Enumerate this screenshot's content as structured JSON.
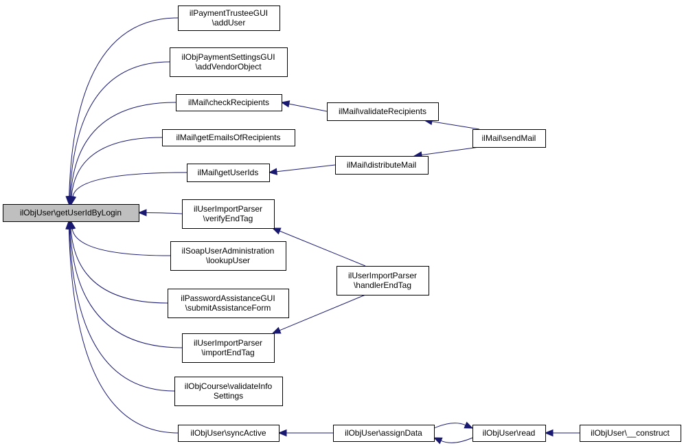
{
  "graph": {
    "colors": {
      "node_fill": "#ffffff",
      "root_fill": "#bfbfbf",
      "edge": "#191970",
      "border": "#000000"
    },
    "nodes": [
      {
        "id": "root",
        "lines": [
          "ilObjUser\\getUserIdByLogin"
        ],
        "root": true
      },
      {
        "id": "n1",
        "lines": [
          "ilPaymentTrusteeGUI",
          "\\addUser"
        ]
      },
      {
        "id": "n2",
        "lines": [
          "ilObjPaymentSettingsGUI",
          "\\addVendorObject"
        ]
      },
      {
        "id": "n3",
        "lines": [
          "ilMail\\checkRecipients"
        ]
      },
      {
        "id": "n4",
        "lines": [
          "ilMail\\getEmailsOfRecipients"
        ]
      },
      {
        "id": "n5",
        "lines": [
          "ilMail\\getUserIds"
        ]
      },
      {
        "id": "n6",
        "lines": [
          "ilUserImportParser",
          "\\verifyEndTag"
        ]
      },
      {
        "id": "n7",
        "lines": [
          "ilSoapUserAdministration",
          "\\lookupUser"
        ]
      },
      {
        "id": "n8",
        "lines": [
          "ilPasswordAssistanceGUI",
          "\\submitAssistanceForm"
        ]
      },
      {
        "id": "n9",
        "lines": [
          "ilUserImportParser",
          "\\importEndTag"
        ]
      },
      {
        "id": "n10",
        "lines": [
          "ilObjCourse\\validateInfo",
          "Settings"
        ]
      },
      {
        "id": "n11",
        "lines": [
          "ilObjUser\\syncActive"
        ]
      },
      {
        "id": "n12",
        "lines": [
          "ilMail\\validateRecipients"
        ]
      },
      {
        "id": "n13",
        "lines": [
          "ilMail\\distributeMail"
        ]
      },
      {
        "id": "n14",
        "lines": [
          "ilMail\\sendMail"
        ]
      },
      {
        "id": "n15",
        "lines": [
          "ilUserImportParser",
          "\\handlerEndTag"
        ]
      },
      {
        "id": "n16",
        "lines": [
          "ilObjUser\\assignData"
        ]
      },
      {
        "id": "n17",
        "lines": [
          "ilObjUser\\read"
        ]
      },
      {
        "id": "n18",
        "lines": [
          "ilObjUser\\__construct"
        ]
      }
    ],
    "edges": [
      {
        "from": "n1",
        "to": "root"
      },
      {
        "from": "n2",
        "to": "root"
      },
      {
        "from": "n3",
        "to": "root"
      },
      {
        "from": "n4",
        "to": "root"
      },
      {
        "from": "n5",
        "to": "root"
      },
      {
        "from": "n6",
        "to": "root"
      },
      {
        "from": "n7",
        "to": "root"
      },
      {
        "from": "n8",
        "to": "root"
      },
      {
        "from": "n9",
        "to": "root"
      },
      {
        "from": "n10",
        "to": "root"
      },
      {
        "from": "n11",
        "to": "root"
      },
      {
        "from": "n12",
        "to": "n3"
      },
      {
        "from": "n13",
        "to": "n5"
      },
      {
        "from": "n14",
        "to": "n12"
      },
      {
        "from": "n14",
        "to": "n13"
      },
      {
        "from": "n15",
        "to": "n6"
      },
      {
        "from": "n15",
        "to": "n9"
      },
      {
        "from": "n16",
        "to": "n11"
      },
      {
        "from": "n17",
        "to": "n16"
      },
      {
        "from": "n16",
        "to": "n17"
      },
      {
        "from": "n18",
        "to": "n17"
      }
    ]
  }
}
